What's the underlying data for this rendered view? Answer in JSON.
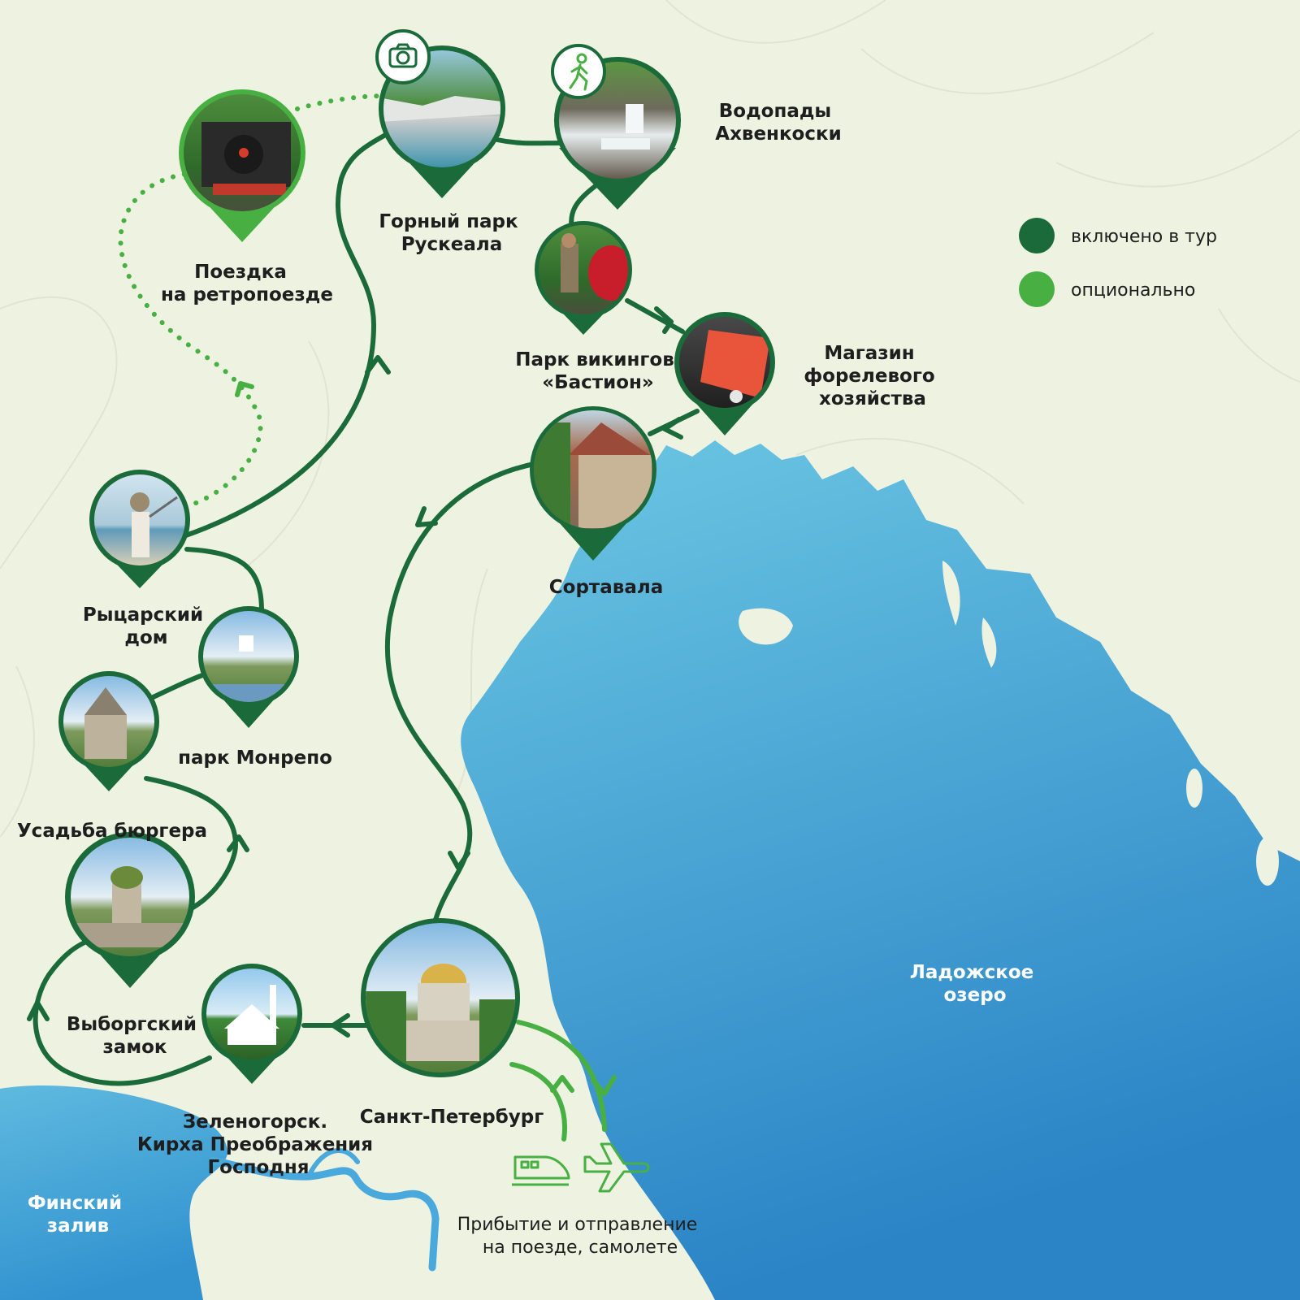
{
  "colors": {
    "background": "#eef2e1",
    "included": "#1b6b3a",
    "optional": "#48b043",
    "water_light": "#63c1e1",
    "water_dark": "#2b86c8"
  },
  "legend": {
    "included": "включено в тур",
    "optional": "опционально"
  },
  "water": {
    "ladoga": [
      "Ладожское",
      "озеро"
    ],
    "finnish_gulf": [
      "Финский",
      "залив"
    ]
  },
  "arrival": {
    "line1": "Прибытие и отправление",
    "line2": "на поезде, самолете",
    "icons": [
      "train-icon",
      "plane-icon"
    ]
  },
  "places": {
    "retro_train": {
      "lines": [
        "Поездка",
        "на ретропоезде"
      ],
      "status": "optional",
      "photo": "steam-locomotive"
    },
    "ruskeala": {
      "lines": [
        "Горный парк",
        "Рускеала"
      ],
      "status": "included",
      "photo": "marble-canyon",
      "badge": "camera-icon"
    },
    "akhvenkoski": {
      "lines": [
        "Водопады",
        "Ахвенкоски"
      ],
      "status": "included",
      "photo": "waterfall",
      "badge": "hiking-icon"
    },
    "bastion": {
      "lines": [
        "Парк викингов",
        "«Бастион»"
      ],
      "status": "included",
      "photo": "vikings"
    },
    "trout_shop": {
      "lines": [
        "Магазин",
        "форелевого",
        "хозяйства"
      ],
      "status": "included",
      "photo": "salmon-fillet"
    },
    "sortavala": {
      "lines": [
        "Сортавала"
      ],
      "status": "included",
      "photo": "old-town-building"
    },
    "knight_house": {
      "lines": [
        "Рыцарский",
        "дом"
      ],
      "status": "included",
      "photo": "knight"
    },
    "monrepo": {
      "lines": [
        "парк Монрепо"
      ],
      "status": "included",
      "photo": "park-rock"
    },
    "burgher_estate": {
      "lines": [
        "Усадьба бюргера"
      ],
      "status": "included",
      "photo": "medieval-house"
    },
    "vyborg_castle": {
      "lines": [
        "Выборгский",
        "замок"
      ],
      "status": "included",
      "photo": "castle-tower"
    },
    "zelenogorsk": {
      "lines": [
        "Зеленогорск.",
        "Кирха Преображения",
        "Господня"
      ],
      "status": "included",
      "photo": "church"
    },
    "spb": {
      "lines": [
        "Санкт-Петербург"
      ],
      "status": "included",
      "photo": "cathedral"
    }
  }
}
